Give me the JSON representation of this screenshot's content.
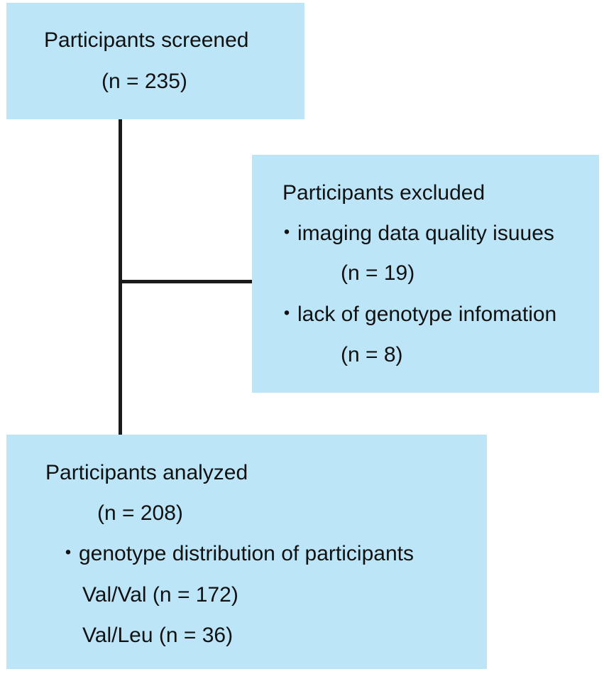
{
  "screened": {
    "title": "Participants screened",
    "count": "(n = 235)"
  },
  "excluded": {
    "title": "Participants excluded",
    "reasons": [
      {
        "bullet": "・",
        "label": "imaging data quality isuues",
        "count": "(n = 19)"
      },
      {
        "bullet": "・",
        "label": "lack of genotype infomation",
        "count": "(n = 8)"
      }
    ]
  },
  "analyzed": {
    "title": "Participants analyzed",
    "count": "(n = 208)",
    "distribution_bullet": "・",
    "distribution_label": "genotype distribution of participants",
    "genotypes": [
      {
        "label": "Val/Val (n = 172)"
      },
      {
        "label": "Val/Leu (n = 36)"
      }
    ]
  },
  "colors": {
    "box_fill": "#bde5f8",
    "connector": "#1a1a1a",
    "text": "#111111"
  }
}
